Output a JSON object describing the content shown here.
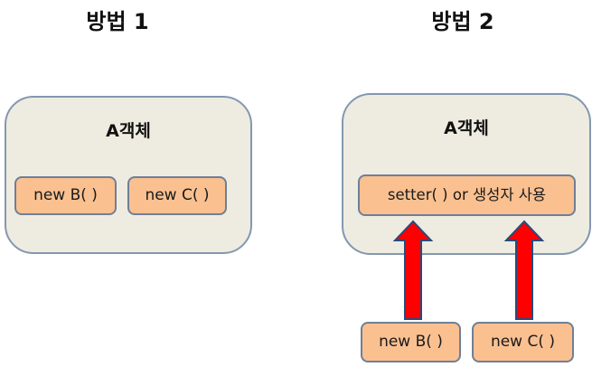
{
  "method_1": {
    "heading": "방법 1",
    "container_title": "A객체",
    "items": [
      "new B( )",
      "new C( )"
    ]
  },
  "method_2": {
    "heading": "방법 2",
    "container_title": "A객체",
    "setter_label": "setter( ) or 생성자 사용",
    "external_items": [
      "new B( )",
      "new C( )"
    ]
  },
  "colors": {
    "container_fill": "#eeece1",
    "container_border": "#8497b0",
    "pill_fill": "#fac090",
    "pill_border": "#6f7f96",
    "arrow_fill": "#ff0000",
    "arrow_border": "#2b4a7a"
  },
  "icons": [
    "up-arrow-icon",
    "up-arrow-icon"
  ]
}
